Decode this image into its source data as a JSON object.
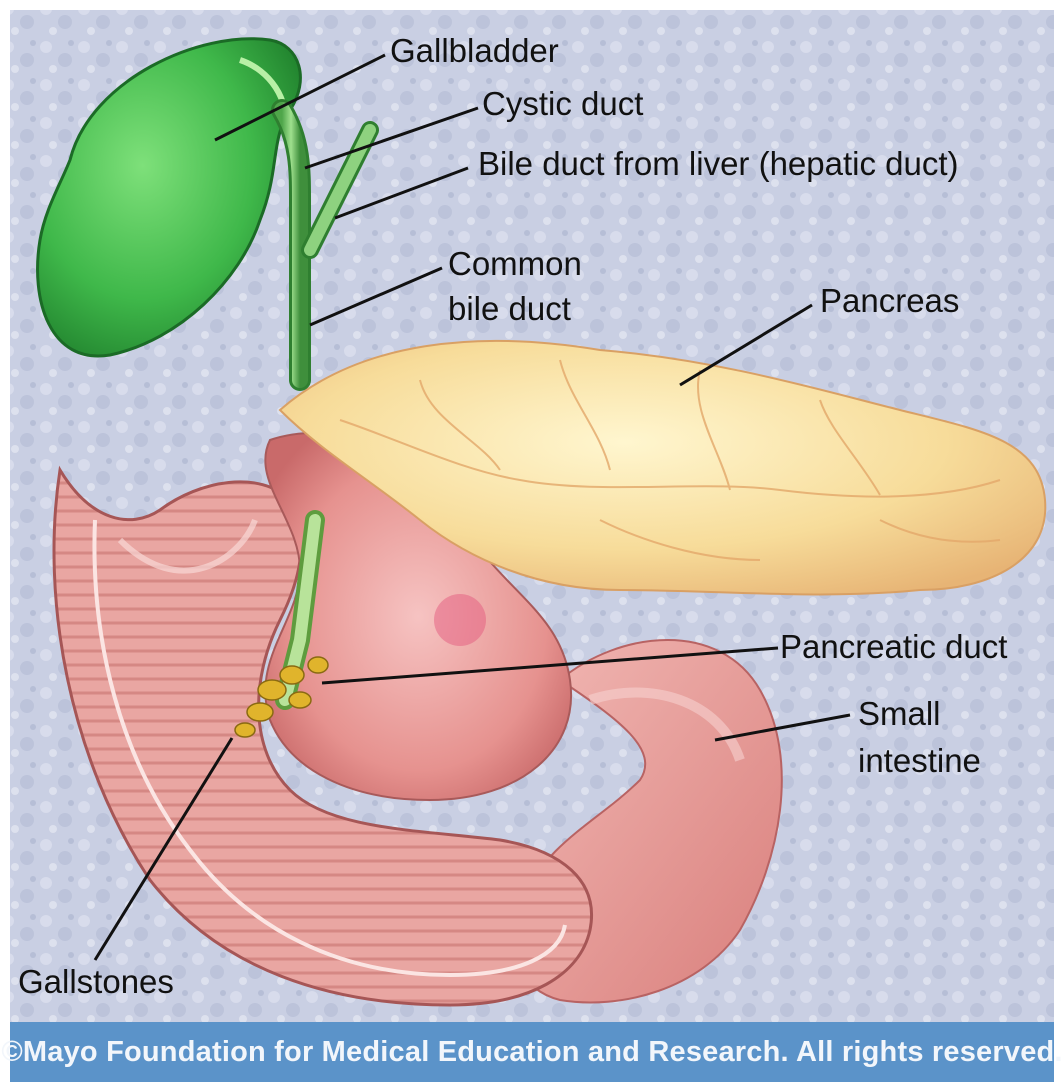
{
  "labels": {
    "gallbladder": "Gallbladder",
    "cystic_duct": "Cystic duct",
    "hepatic_duct": "Bile duct from liver (hepatic duct)",
    "common_bile_duct": [
      "Common",
      "bile duct"
    ],
    "pancreas": "Pancreas",
    "pancreatic_duct": "Pancreatic duct",
    "small_intestine": [
      "Small",
      "intestine"
    ],
    "gallstones": "Gallstones"
  },
  "copyright": "©Mayo Foundation for Medical Education and Research.  All rights reserved."
}
